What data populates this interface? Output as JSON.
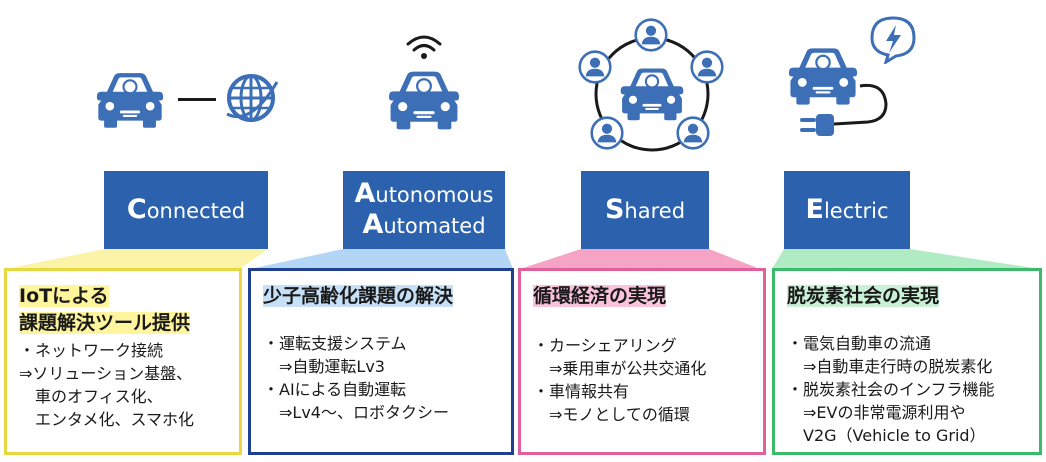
{
  "colors": {
    "icon_blue": "#3d6fb7",
    "box_blue": "#2c62ad",
    "yellow_border": "#e8d840",
    "blue_border": "#1f3f8f",
    "pink_border": "#e0609a",
    "green_border": "#3cba6a"
  },
  "icons": [
    "car-icon",
    "globe-icon",
    "wifi-icon",
    "person-icon",
    "lightning-icon",
    "plug-icon"
  ],
  "columns": [
    {
      "id": "connected",
      "box_lines": [
        {
          "cap": "C",
          "rest": "onnected"
        }
      ],
      "heading_lines": [
        "IoTによる",
        "課題解決ツール提供"
      ],
      "items": [
        "・ネットワーク接続",
        "⇒ソリューション基盤、",
        "　車のオフィス化、",
        "　エンタメ化、スマホ化"
      ]
    },
    {
      "id": "autonomous",
      "box_lines": [
        {
          "cap": "A",
          "rest": "utonomous"
        },
        {
          "cap": "A",
          "rest": "utomated"
        }
      ],
      "heading_lines": [
        "少子高齢化課題の解決"
      ],
      "items": [
        "・運転支援システム",
        "　⇒自動運転Lv3",
        "・AIによる自動運転",
        "　⇒Lv4～、ロボタクシー"
      ]
    },
    {
      "id": "shared",
      "box_lines": [
        {
          "cap": "S",
          "rest": "hared"
        }
      ],
      "heading_lines": [
        "循環経済の実現"
      ],
      "items": [
        "・カーシェアリング",
        "　⇒乗用車が公共交通化",
        "・車情報共有",
        "　⇒モノとしての循環"
      ]
    },
    {
      "id": "electric",
      "box_lines": [
        {
          "cap": "E",
          "rest": "lectric"
        }
      ],
      "heading_lines": [
        "脱炭素社会の実現"
      ],
      "items": [
        "・電気自動車の流通",
        "　⇒自動車走行時の脱炭素化",
        "・脱炭素社会のインフラ機能",
        "　⇒EVの非常電源利用や",
        "　V2G（Vehicle to Grid）"
      ]
    }
  ]
}
